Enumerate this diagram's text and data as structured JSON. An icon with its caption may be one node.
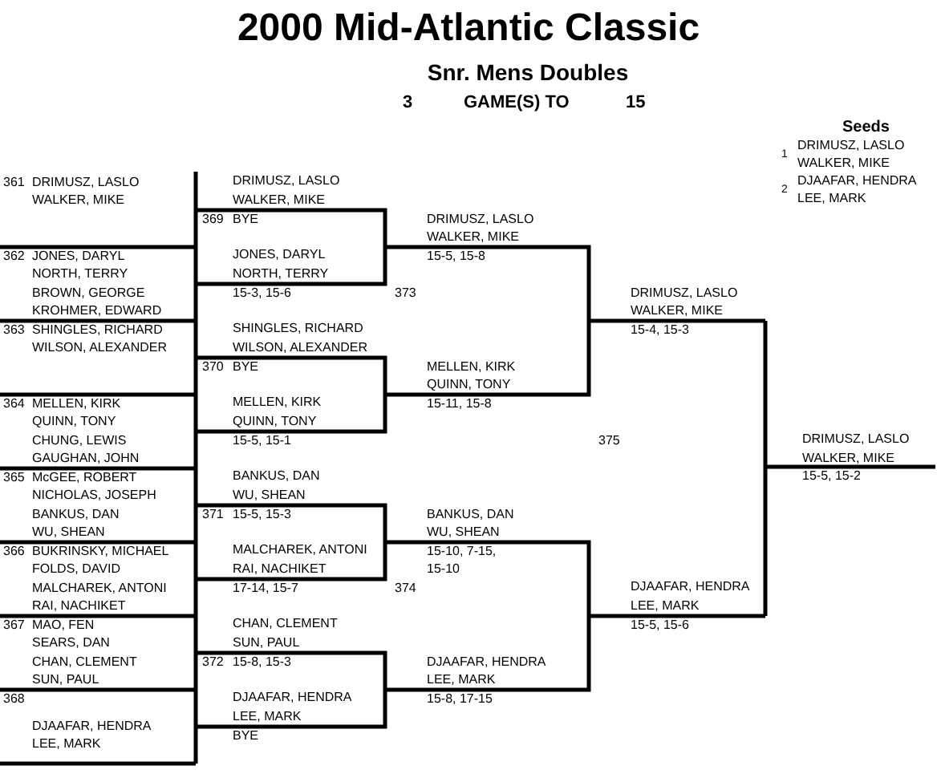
{
  "diagram": {
    "title": "2000 Mid-Atlantic Classic",
    "labels": [
      "Snr. Mens Doubles",
      "3",
      "GAME(S) TO",
      "15",
      "Seeds",
      "1",
      "DRIMUSZ, LASLO",
      "WALKER, MIKE",
      "2",
      "DJAAFAR, HENDRA",
      "LEE, MARK",
      "361",
      "DRIMUSZ, LASLO",
      "WALKER, MIKE",
      "362",
      "JONES, DARYL",
      "NORTH, TERRY",
      "BROWN, GEORGE",
      "KROHMER, EDWARD",
      "363",
      "SHINGLES, RICHARD",
      "WILSON, ALEXANDER",
      "364",
      "MELLEN, KIRK",
      "QUINN, TONY",
      "CHUNG, LEWIS",
      "GAUGHAN, JOHN",
      "365",
      "McGEE, ROBERT",
      "NICHOLAS, JOSEPH",
      "BANKUS, DAN",
      "WU, SHEAN",
      "366",
      "BUKRINSKY, MICHAEL",
      "FOLDS, DAVID",
      "MALCHAREK, ANTONI",
      "RAI, NACHIKET",
      "367",
      "MAO, FEN",
      "SEARS, DAN",
      "CHAN, CLEMENT",
      "SUN, PAUL",
      "368",
      "DJAAFAR, HENDRA",
      "LEE, MARK",
      "DRIMUSZ, LASLO",
      "WALKER, MIKE",
      "369",
      "BYE",
      "JONES, DARYL",
      "NORTH, TERRY",
      "15-3, 15-6",
      "SHINGLES, RICHARD",
      "WILSON, ALEXANDER",
      "370",
      "BYE",
      "MELLEN, KIRK",
      "QUINN, TONY",
      "15-5, 15-1",
      "BANKUS, DAN",
      "WU, SHEAN",
      "371",
      "15-5, 15-3",
      "MALCHAREK, ANTONI",
      "RAI, NACHIKET",
      "17-14, 15-7",
      "CHAN, CLEMENT",
      "SUN, PAUL",
      "372",
      "15-8, 15-3",
      "DJAAFAR, HENDRA",
      "LEE, MARK",
      "BYE",
      "DRIMUSZ, LASLO",
      "WALKER, MIKE",
      "15-5, 15-8",
      "373",
      "MELLEN, KIRK",
      "QUINN, TONY",
      "15-11, 15-8",
      "BANKUS, DAN",
      "WU, SHEAN",
      "15-10, 7-15, 15-10",
      "374",
      "DJAAFAR, HENDRA",
      "LEE, MARK",
      "15-8, 17-15",
      "DRIMUSZ, LASLO",
      "WALKER, MIKE",
      "15-4, 15-3",
      "375",
      "DJAAFAR, HENDRA",
      "LEE, MARK",
      "15-5, 15-6",
      "DRIMUSZ, LASLO",
      "WALKER, MIKE",
      "15-5, 15-2"
    ]
  }
}
